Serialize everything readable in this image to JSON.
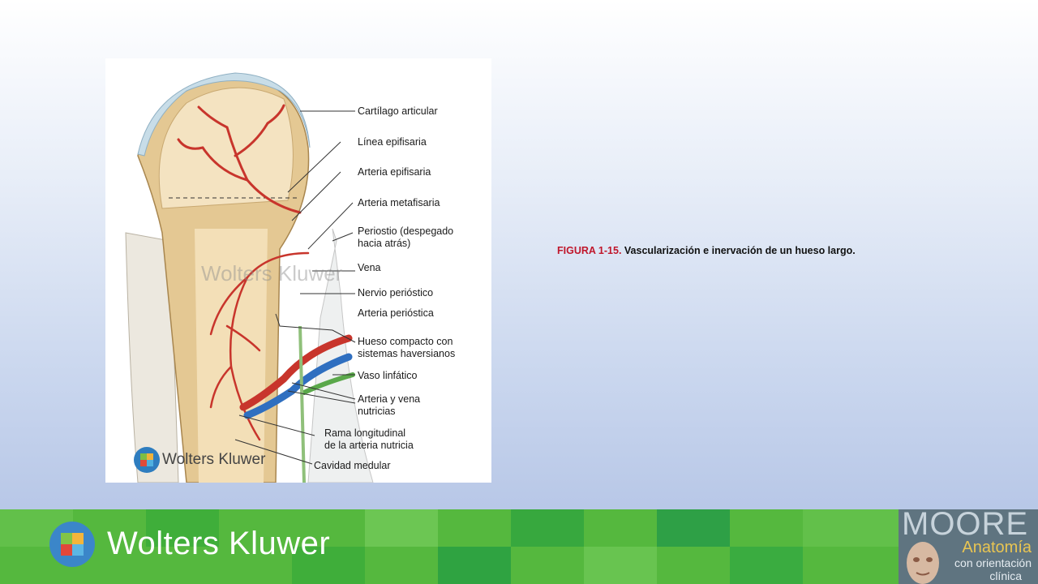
{
  "figure": {
    "labels": {
      "cartilago": "Cartílago articular",
      "linea": "Línea epifisaria",
      "arteria_epifisaria": "Arteria epifisaria",
      "arteria_metafisaria": "Arteria metafisaria",
      "periostio_1": "Periostio (despegado",
      "periostio_2": "hacia atrás)",
      "vena": "Vena",
      "nervio": "Nervio perióstico",
      "arteria_periostica": "Arteria perióstica",
      "hueso_1": "Hueso compacto con",
      "hueso_2": "sistemas haversianos",
      "vaso": "Vaso linfático",
      "nutricias_1": "Arteria y vena",
      "nutricias_2": "nutricias",
      "rama_1": "Rama longitudinal",
      "rama_2": "de la arteria nutricia",
      "cavidad": "Cavidad medular"
    },
    "watermark": "Wolters Kluwer",
    "watermark_logo": "Wolters Kluwer"
  },
  "caption": {
    "figure_label": "FIGURA 1-15.",
    "text": " Vascularización e inervación de un hueso largo."
  },
  "footer": {
    "brand": "Wolters Kluwer",
    "book": {
      "title": "MOORE",
      "subtitle": "Anatomía",
      "line2": "con orientación",
      "line3": "clínica"
    }
  },
  "colors": {
    "footer_green": "#55b83e",
    "caption_red": "#c0162b",
    "artery_red": "#c8352c",
    "vein_blue": "#2f6fc0",
    "lymph_green": "#5aa84a"
  }
}
